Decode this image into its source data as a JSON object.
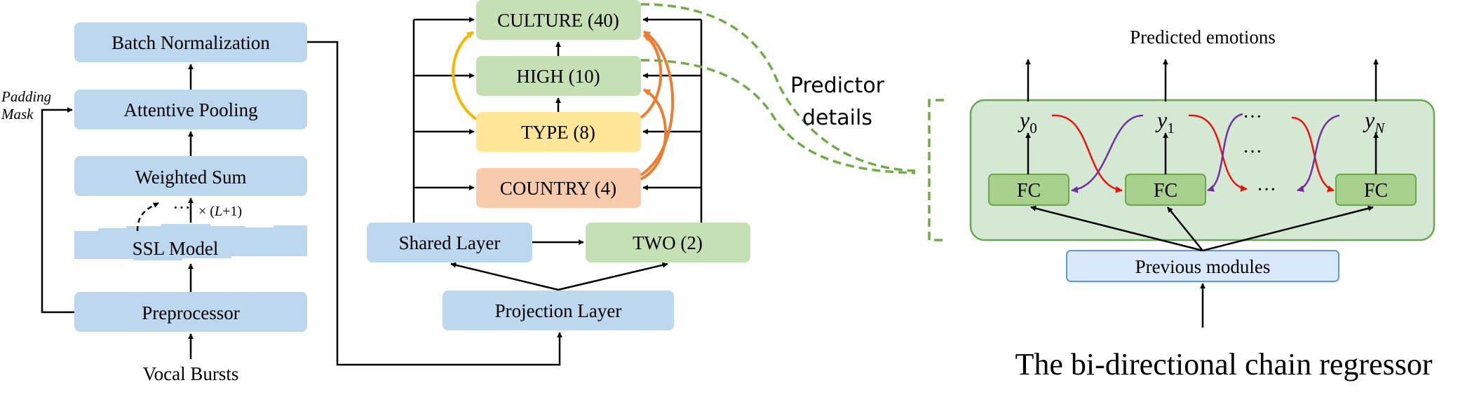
{
  "encoder": {
    "batch_norm": "Batch Normalization",
    "attentive_pooling": "Attentive Pooling",
    "weighted_sum": "Weighted Sum",
    "ssl_model": "SSL Model",
    "preprocessor": "Preprocessor",
    "input": "Vocal Bursts",
    "padding_label_1": "Padding",
    "padding_label_2": "Mask",
    "layers_dots": "···",
    "layers_times": "× (",
    "layers_L": "L",
    "layers_tail": "+1)"
  },
  "heads": {
    "culture": "CULTURE (40)",
    "high": "HIGH (10)",
    "type": "TYPE (8)",
    "country": "COUNTRY (4)",
    "shared": "Shared Layer",
    "two": "TWO (2)",
    "projection": "Projection Layer",
    "predictor_line1": "Predictor",
    "predictor_line2": "details"
  },
  "chain": {
    "output_label": "Predicted emotions",
    "y0": "y",
    "y0_sub": "0",
    "y1": "y",
    "y1_sub": "1",
    "yN": "y",
    "yN_sub": "N",
    "fc": "FC",
    "dots": "···",
    "previous": "Previous modules",
    "caption": "The bi-directional chain regressor"
  },
  "colors": {
    "blue_box": "#bdd7ee",
    "green_box": "#c5e0b4",
    "yellow_box": "#ffe699",
    "orange_box": "#f8cbad",
    "green_panel": "#d5e8d4",
    "green_border": "#6aa84f",
    "dash_green": "#70ad47",
    "arrow_yellow": "#f5b800",
    "arrow_orange": "#ed7d31",
    "arrow_red": "#e8140c",
    "arrow_purple": "#7030a0",
    "prev_box": "#dae8fc",
    "prev_border": "#5b9bd5"
  }
}
